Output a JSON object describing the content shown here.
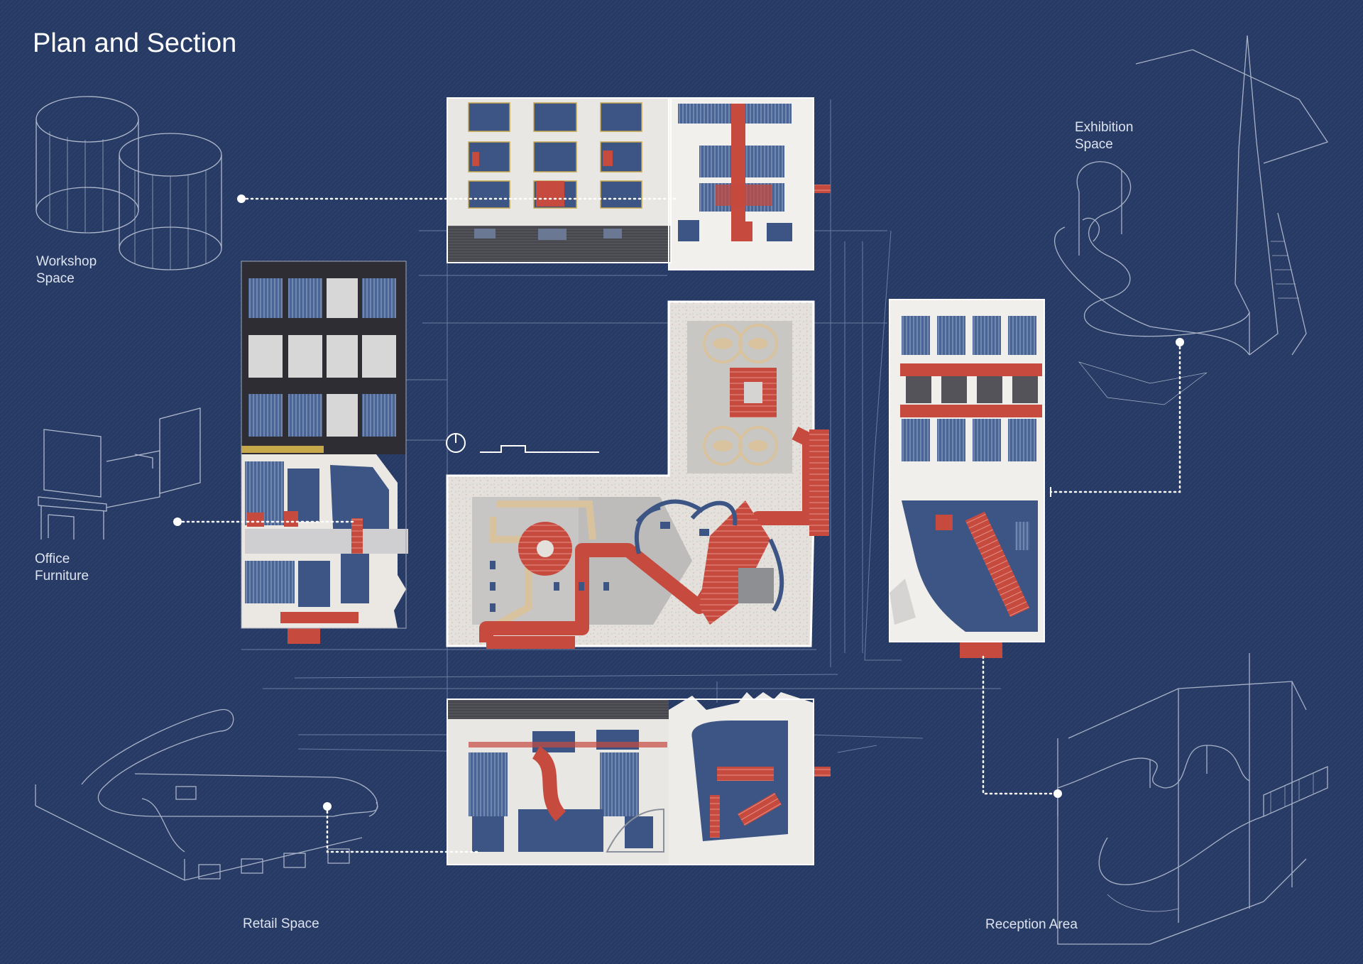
{
  "title": "Plan and Section",
  "labels": {
    "workshop": "Workshop\nSpace",
    "office": "Office\nFurniture",
    "retail": "Retail Space",
    "exhibition": "Exhibition\nSpace",
    "reception": "Reception Area"
  },
  "colors": {
    "background": "#273a63",
    "linework": "#b9c3d8",
    "paper": "#e9e7e3",
    "accent_red": "#c64a3e",
    "plan_blue": "#3c5585",
    "dark_facade": "#2d2d33",
    "leader": "#ffffff"
  }
}
